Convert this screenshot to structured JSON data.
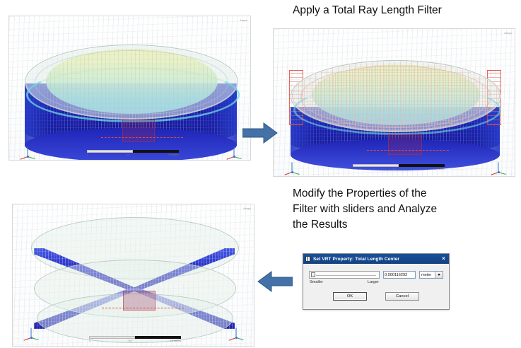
{
  "slide": {
    "captions": [
      {
        "id": "caption-apply-filter",
        "text": "Apply a Total Ray Length Filter"
      },
      {
        "id": "caption-modify-properties",
        "text": "Modify the Properties of the\nFilter with sliders and Analyze\nthe Results"
      }
    ],
    "arrows": [
      {
        "id": "arrow-right",
        "direction": "right",
        "color": "#4472a8"
      },
      {
        "id": "arrow-left",
        "direction": "left",
        "color": "#4472a8"
      }
    ]
  },
  "viewports": [
    {
      "id": "viewport-unfiltered-rays",
      "corner_label": "Ansys",
      "scale": {
        "ticks": [
          "0",
          "0.4",
          "0.8 meters"
        ]
      },
      "axes": {
        "x": "X",
        "y": "Y",
        "z": "Z"
      }
    },
    {
      "id": "viewport-filter-applied",
      "corner_label": "Ansys",
      "scale": {
        "ticks": [
          "0",
          "0.4",
          "0.8 meters"
        ]
      },
      "axes": {
        "x": "X",
        "y": "Y",
        "z": "Z"
      }
    },
    {
      "id": "viewport-filtered-results",
      "corner_label": "Ansys",
      "scale": {
        "ticks": [
          "0",
          "0.4",
          "0.8 meters"
        ]
      },
      "axes": {
        "x": "X",
        "y": "Y",
        "z": "Z"
      }
    }
  ],
  "dialog": {
    "title": "Set VRT Property: Total Length Center",
    "close_label": "×",
    "slider": {
      "min_label": "Smaller",
      "max_label": "Larger",
      "position_percent": 2
    },
    "value": "0.000116292",
    "unit": "meter",
    "buttons": {
      "ok": "OK",
      "cancel": "Cancel"
    }
  },
  "colors": {
    "arrow": "#4472a8",
    "dialog_title_bar": "#13427f",
    "ray_blue": "#1f29b4",
    "mesh_red": "#e2786e",
    "dash_red": "#e8453a",
    "glass": "#e4efe9"
  }
}
